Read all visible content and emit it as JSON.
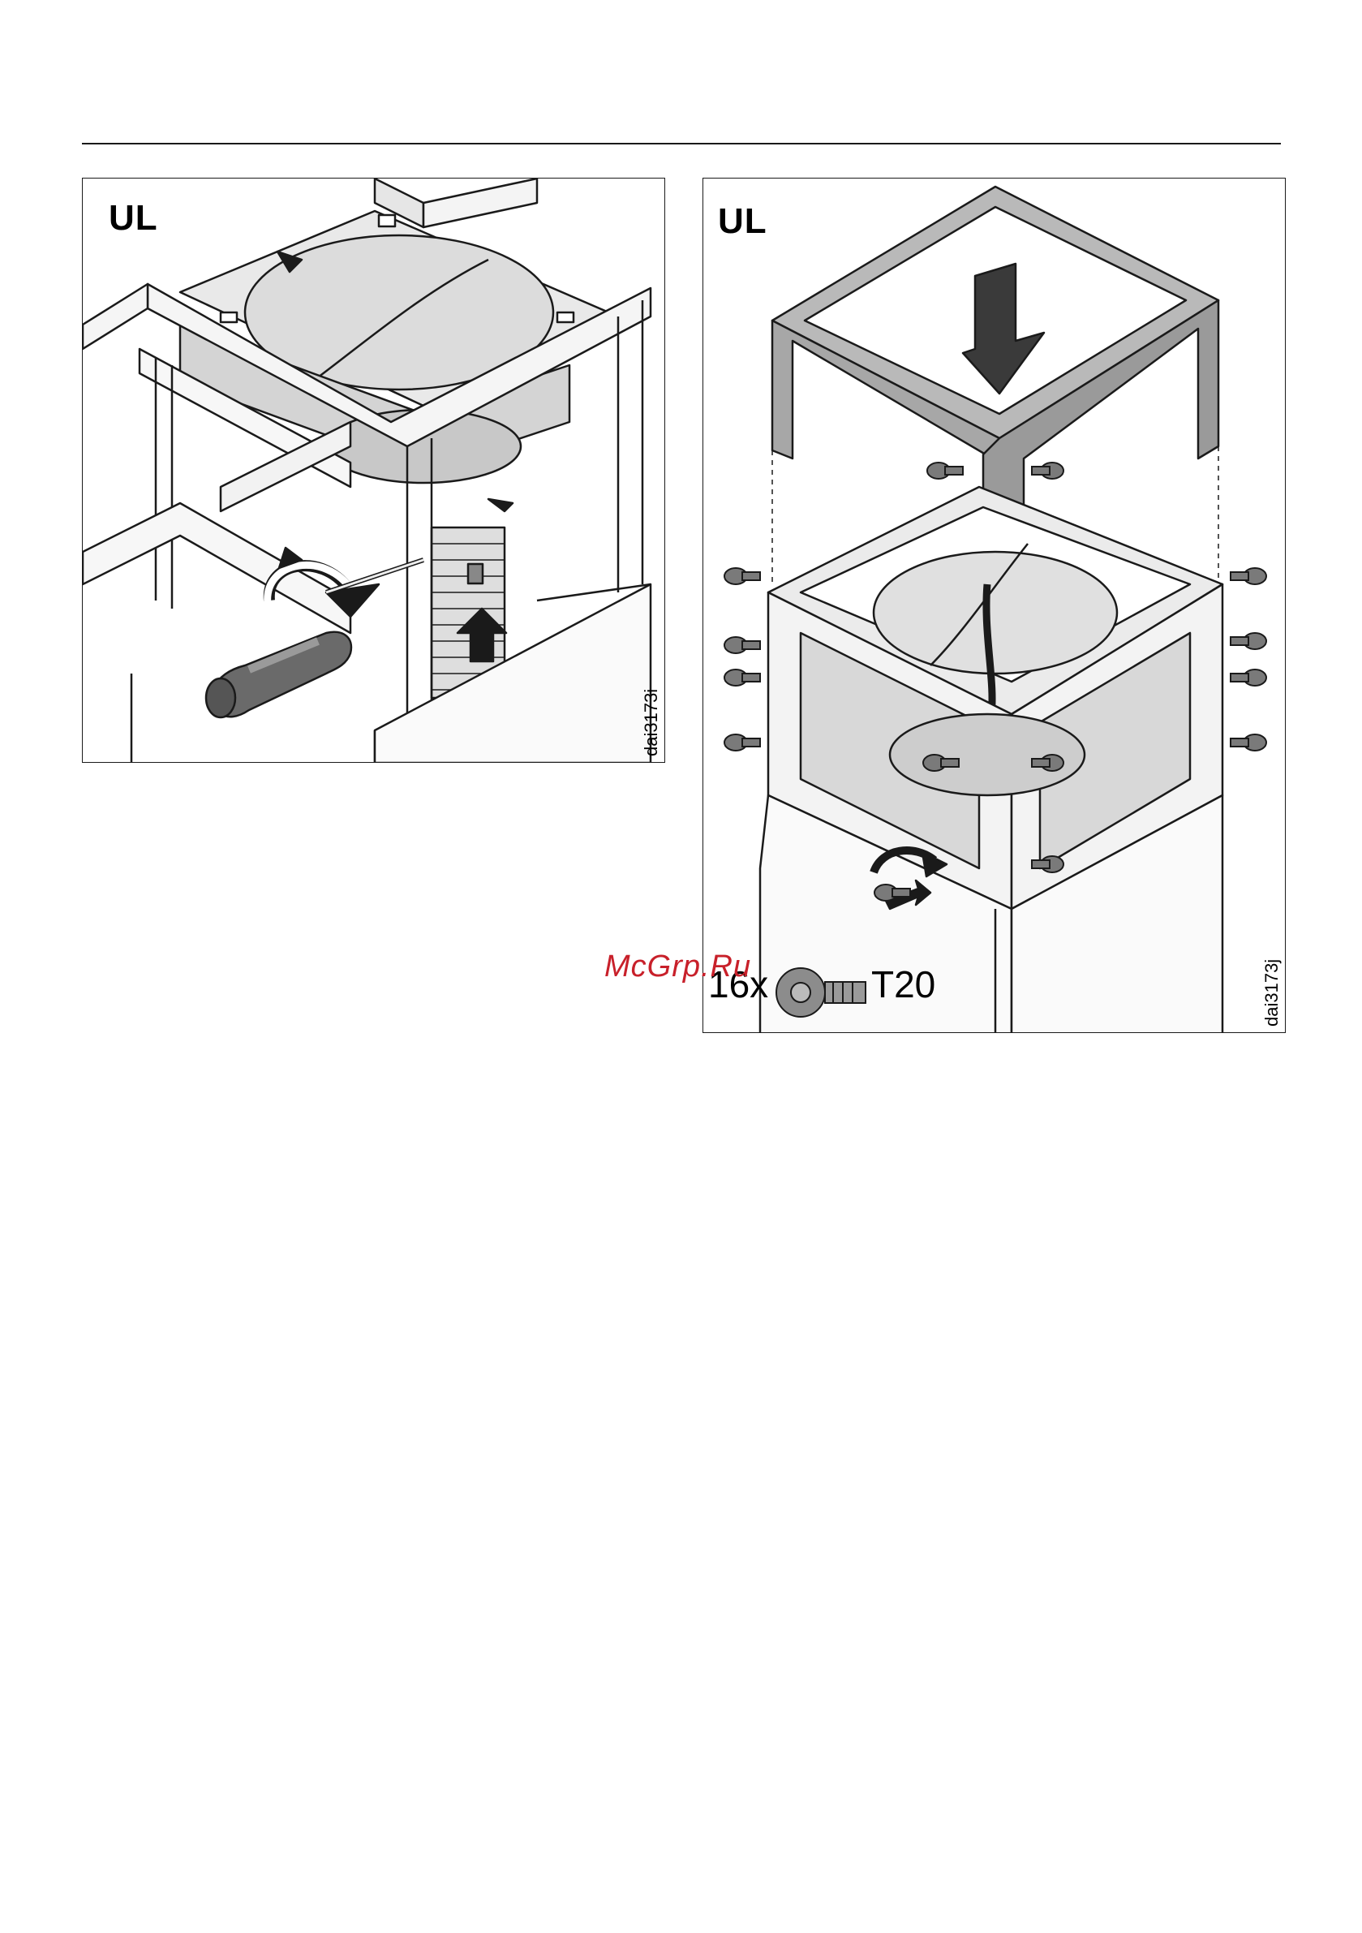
{
  "panels": [
    {
      "label": "UL",
      "figure_code": "dai3173i"
    },
    {
      "label": "UL",
      "figure_code": "dai3173j",
      "screw_count": "16x",
      "screw_type": "T20"
    }
  ],
  "watermark": "McGrp.Ru",
  "colors": {
    "line": "#1a1a1a",
    "metal_light": "#ebebeb",
    "metal_mid": "#bfbfbf",
    "metal_dark": "#8a8a8a",
    "watermark": "#c8202a"
  },
  "icons": [
    "screwdriver-icon",
    "rotate-arrow-icon",
    "push-arrow-icon",
    "screw-icon",
    "fan-housing-icon"
  ]
}
